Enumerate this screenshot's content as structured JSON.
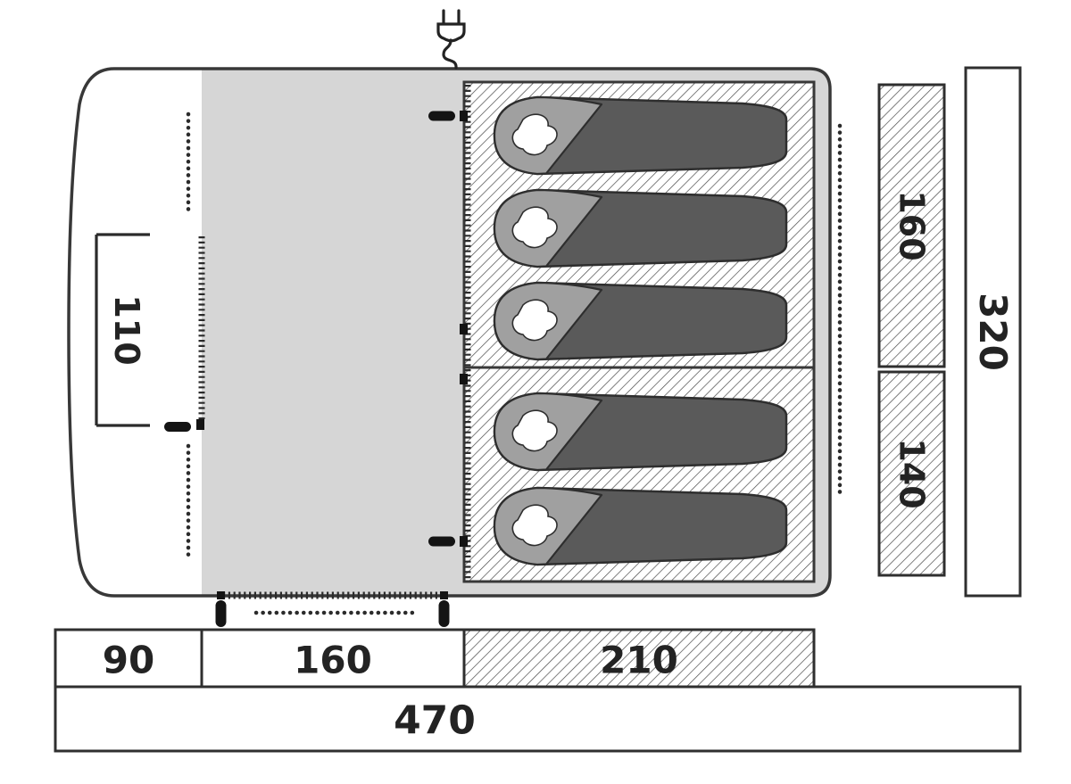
{
  "diagram": {
    "type": "tent-floorplan",
    "description": "Top-down floor plan of a family tent with front porch, living area and a hatched sleeping cabin holding 5 sleeping bags, with outer dimension boxes"
  },
  "labels": {
    "door_width": "110",
    "bedroom_top_width": "160",
    "bedroom_bottom_width": "140",
    "total_width": "320",
    "porch_length": "90",
    "living_length": "160",
    "bedroom_length": "210",
    "total_length": "470"
  },
  "sleeping_bags": {
    "count": 5
  },
  "icons": {
    "power_plug": "power-plug-icon",
    "zipper_pull": "zipper-pull-icon"
  },
  "colors": {
    "outline": "#383838",
    "floor_gray": "#d6d6d6",
    "bag_body": "#5a5a5a",
    "bag_flap": "#a0a0a0",
    "pull_black": "#141414",
    "text": "#232323"
  }
}
